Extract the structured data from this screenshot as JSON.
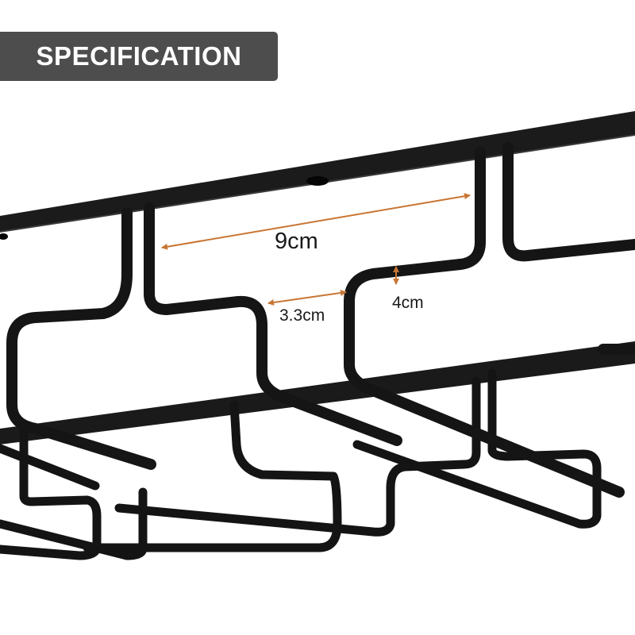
{
  "banner": {
    "title": "SPECIFICATION"
  },
  "dimensions": {
    "slot_spacing": "9cm",
    "slot_opening": "3.3cm",
    "rail_depth": "4cm"
  },
  "colors": {
    "banner_bg": "#4d4d4d",
    "banner_text": "#ffffff",
    "metal": "#151515",
    "dimension_line": "#c87533",
    "background": "#ffffff"
  }
}
